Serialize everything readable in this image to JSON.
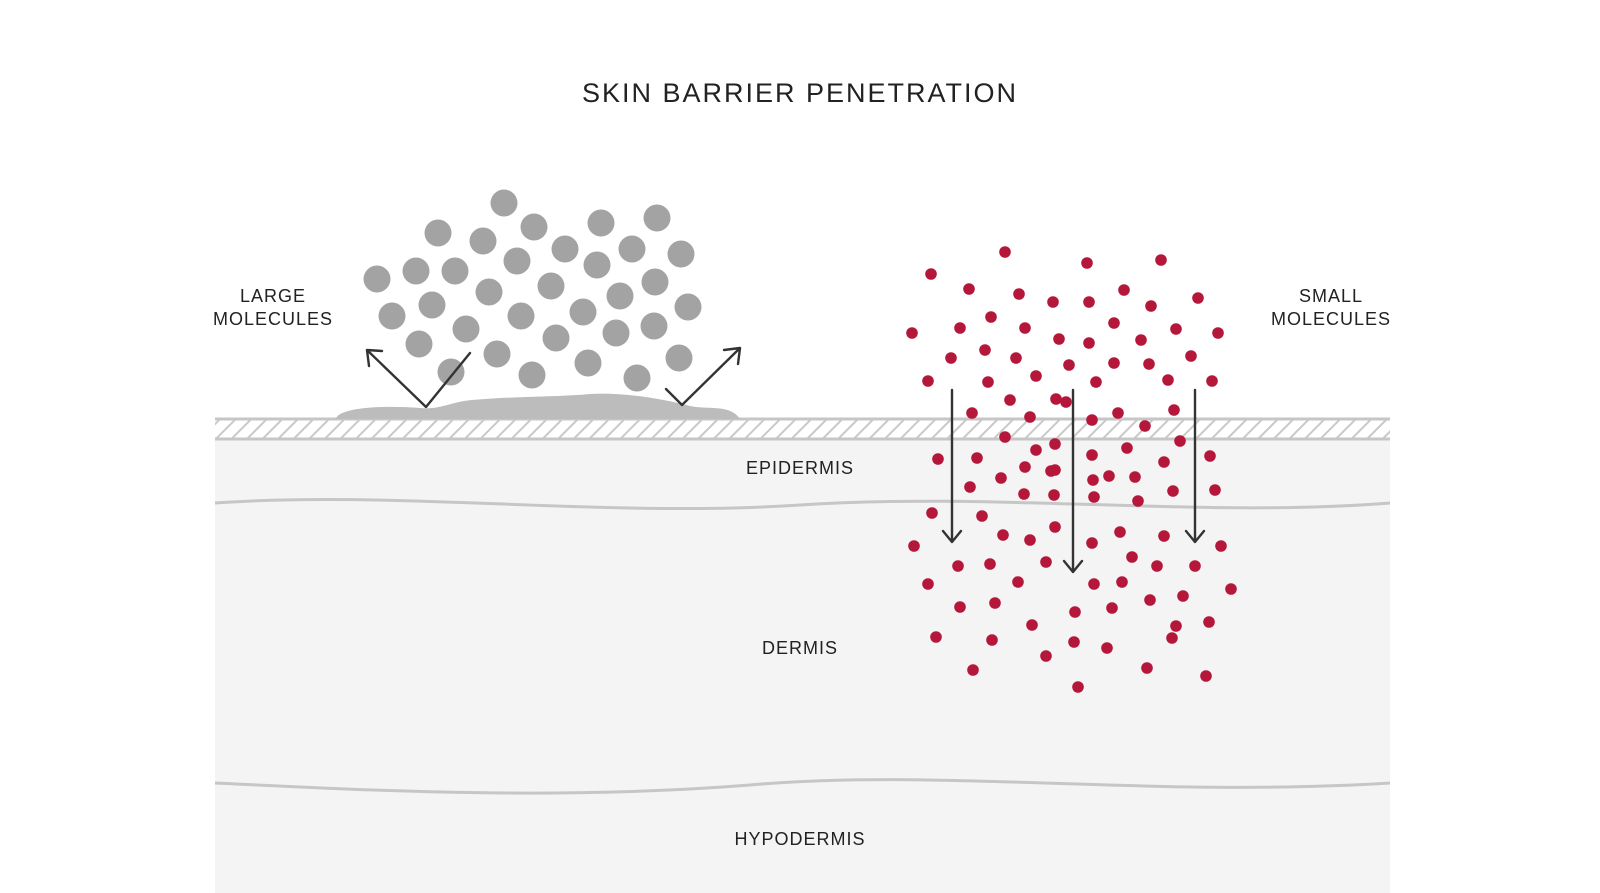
{
  "title": "SKIN BARRIER PENETRATION",
  "labels": {
    "large_molecules": "LARGE\nMOLECULES",
    "small_molecules": "SMALL\nMOLECULES",
    "epidermis": "EPIDERMIS",
    "dermis": "DERMIS",
    "hypodermis": "HYPODERMIS"
  },
  "colors": {
    "background": "#ffffff",
    "skin": "#f4f4f4",
    "boundary": "#c6c6c6",
    "barrier_hatch": "#c9c9c9",
    "large_molecule": "#a3a3a3",
    "residue": "#bcbcbc",
    "small_molecule": "#b5173a",
    "arrow": "#333333",
    "text": "#222222"
  }
}
